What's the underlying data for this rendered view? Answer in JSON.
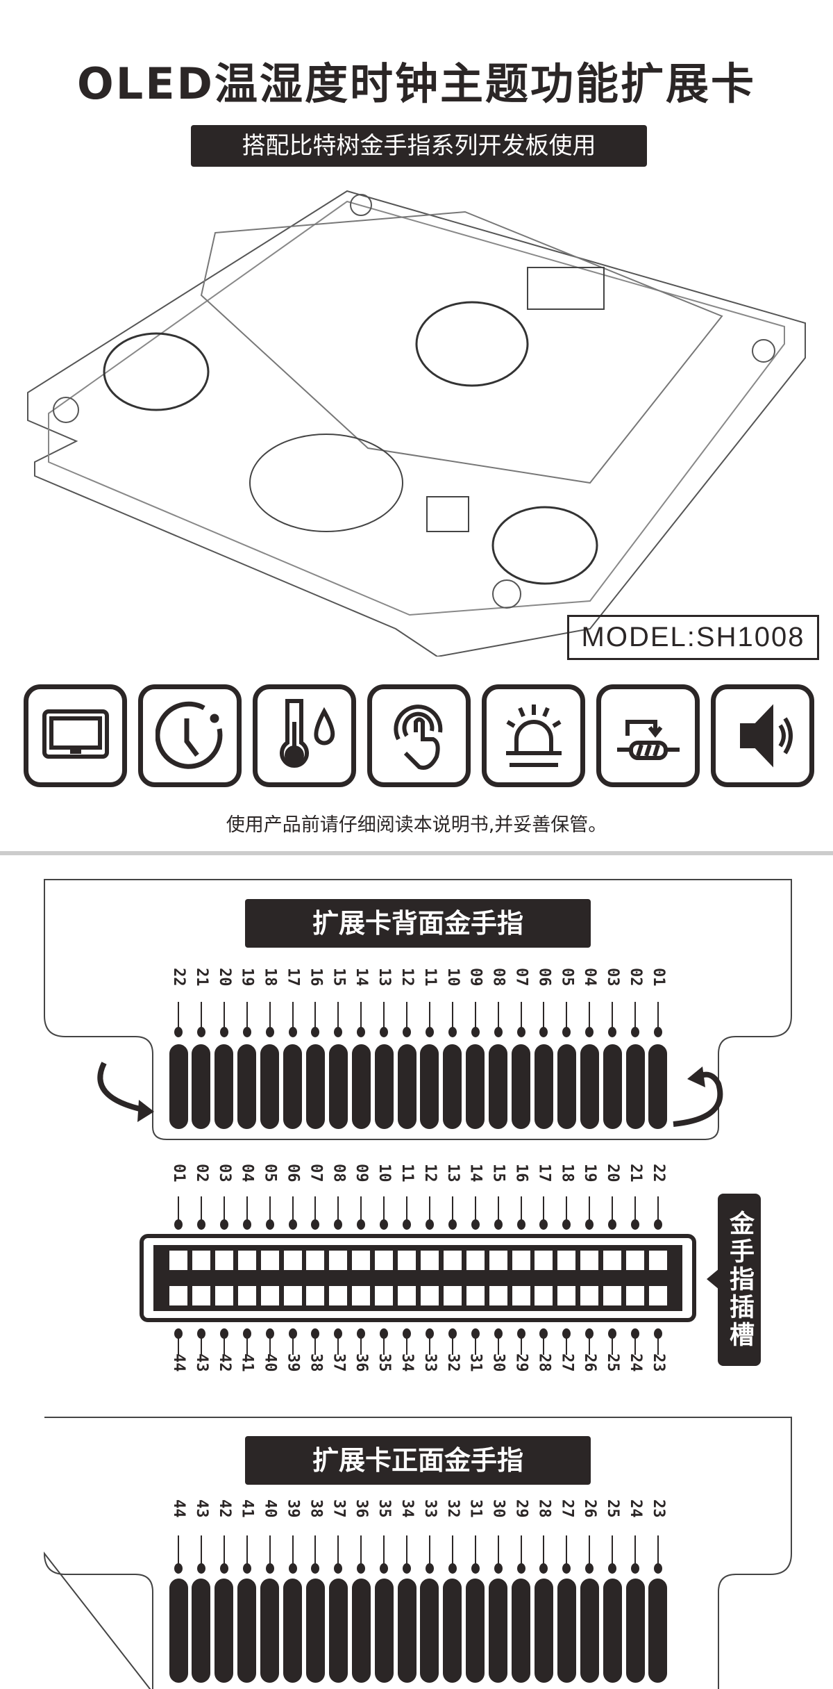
{
  "header": {
    "title": "OLED温湿度时钟主题功能扩展卡",
    "subtitle": "搭配比特树金手指系列开发板使用"
  },
  "model": "MODEL:SH1008",
  "feature_icons": [
    "display-icon",
    "clock-icon",
    "thermometer-humidity-icon",
    "touch-icon",
    "alarm-light-icon",
    "rotary-encoder-icon",
    "speaker-icon"
  ],
  "note": "使用产品前请仔细阅读本说明书,并妥善保管。",
  "back": {
    "title": "扩展卡背面金手指",
    "pins": [
      "22",
      "21",
      "20",
      "19",
      "18",
      "17",
      "16",
      "15",
      "14",
      "13",
      "12",
      "11",
      "10",
      "09",
      "08",
      "07",
      "06",
      "05",
      "04",
      "03",
      "02",
      "01"
    ]
  },
  "slot": {
    "label": "金手指插槽",
    "top_pins": [
      "01",
      "02",
      "03",
      "04",
      "05",
      "06",
      "07",
      "08",
      "09",
      "10",
      "11",
      "12",
      "13",
      "14",
      "15",
      "16",
      "17",
      "18",
      "19",
      "20",
      "21",
      "22"
    ],
    "bottom_pins": [
      "44",
      "43",
      "42",
      "41",
      "40",
      "39",
      "38",
      "37",
      "36",
      "35",
      "34",
      "33",
      "32",
      "31",
      "30",
      "29",
      "28",
      "27",
      "26",
      "25",
      "24",
      "23"
    ]
  },
  "front": {
    "title": "扩展卡正面金手指",
    "pins": [
      "44",
      "43",
      "42",
      "41",
      "40",
      "39",
      "38",
      "37",
      "36",
      "35",
      "34",
      "33",
      "32",
      "31",
      "30",
      "29",
      "28",
      "27",
      "26",
      "25",
      "24",
      "23"
    ]
  },
  "colors": {
    "ink": "#2b2626",
    "divider": "#cccccc"
  }
}
